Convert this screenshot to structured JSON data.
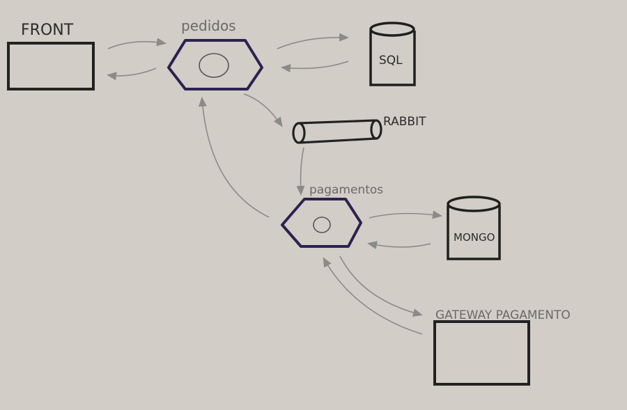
{
  "diagram": {
    "nodes": {
      "front": {
        "label": "FRONT"
      },
      "pedidos": {
        "label": "pedidos"
      },
      "sql": {
        "label": "SQL"
      },
      "rabbit": {
        "label": "RABBIT"
      },
      "pagamentos": {
        "label": "pagamentos"
      },
      "mongo": {
        "label": "MONGO"
      },
      "gateway": {
        "label": "GATEWAY PAGAMENTO"
      }
    },
    "colors": {
      "paper": "#d2cdc6",
      "ink": "#222222",
      "service_outline": "#2a2350",
      "arrow": "#8a8a8a"
    }
  }
}
